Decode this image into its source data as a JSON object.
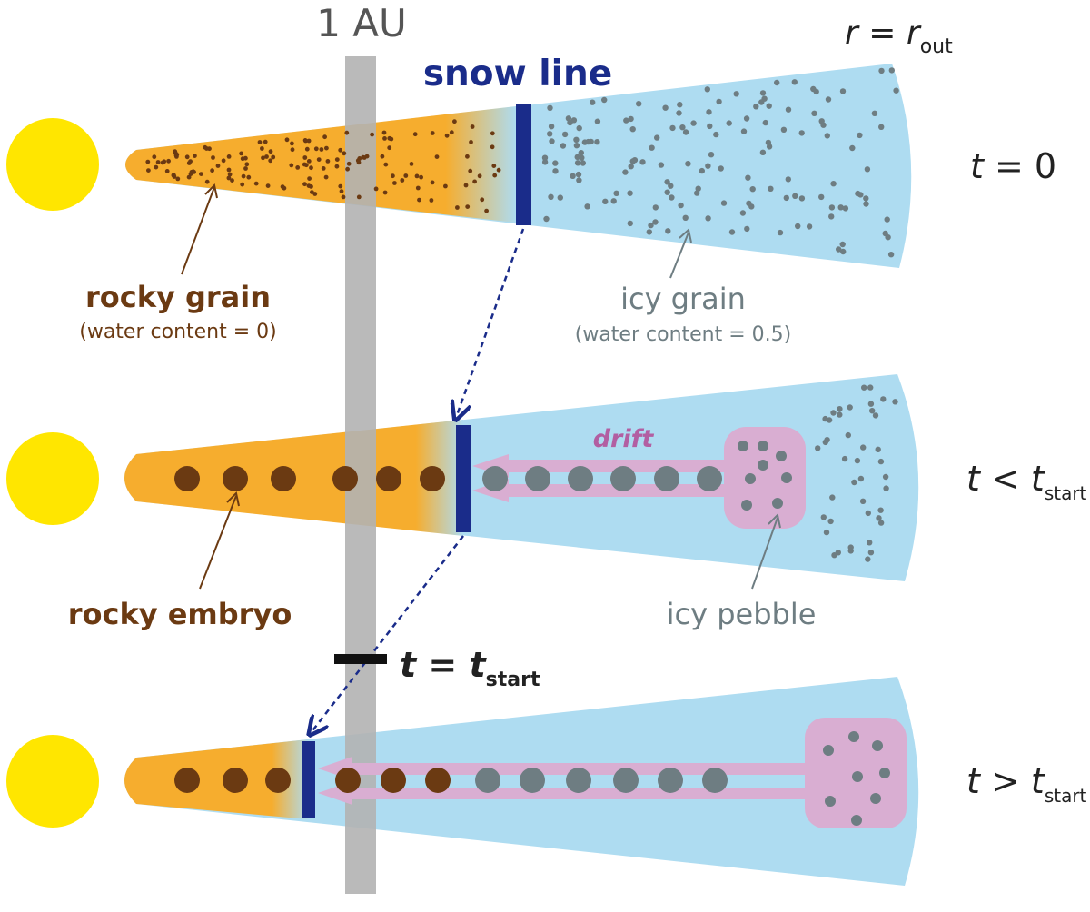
{
  "labels": {
    "au": "1 AU",
    "snow_line": "snow line",
    "r_label": "r",
    "r_equals": " = ",
    "r_sym": "r",
    "r_sub": "out",
    "t_var": "t",
    "zero_rel": " = 0",
    "lt_rel": " < ",
    "gt_rel": " > ",
    "t_sym": "t",
    "start_sub": "start",
    "marker_eq": " = ",
    "rocky_grain": "rocky grain",
    "rocky_grain_note": "(water content = 0)",
    "icy_grain": "icy grain",
    "icy_grain_note": "(water content = 0.5)",
    "drift": "drift",
    "rocky_embryo": "rocky embryo",
    "icy_pebble": "icy pebble"
  },
  "colors": {
    "sun": "#ffe600",
    "rocky_disk": "#f6ad2e",
    "icy_disk": "#aedcf1",
    "snow_line": "#1a2c8a",
    "au_band": "#b3b3b3",
    "rocky_particle": "#6b3a12",
    "icy_particle": "#6e7d82",
    "pebble_region": "#d9aed2",
    "drift_arrow": "#d9aed2"
  }
}
